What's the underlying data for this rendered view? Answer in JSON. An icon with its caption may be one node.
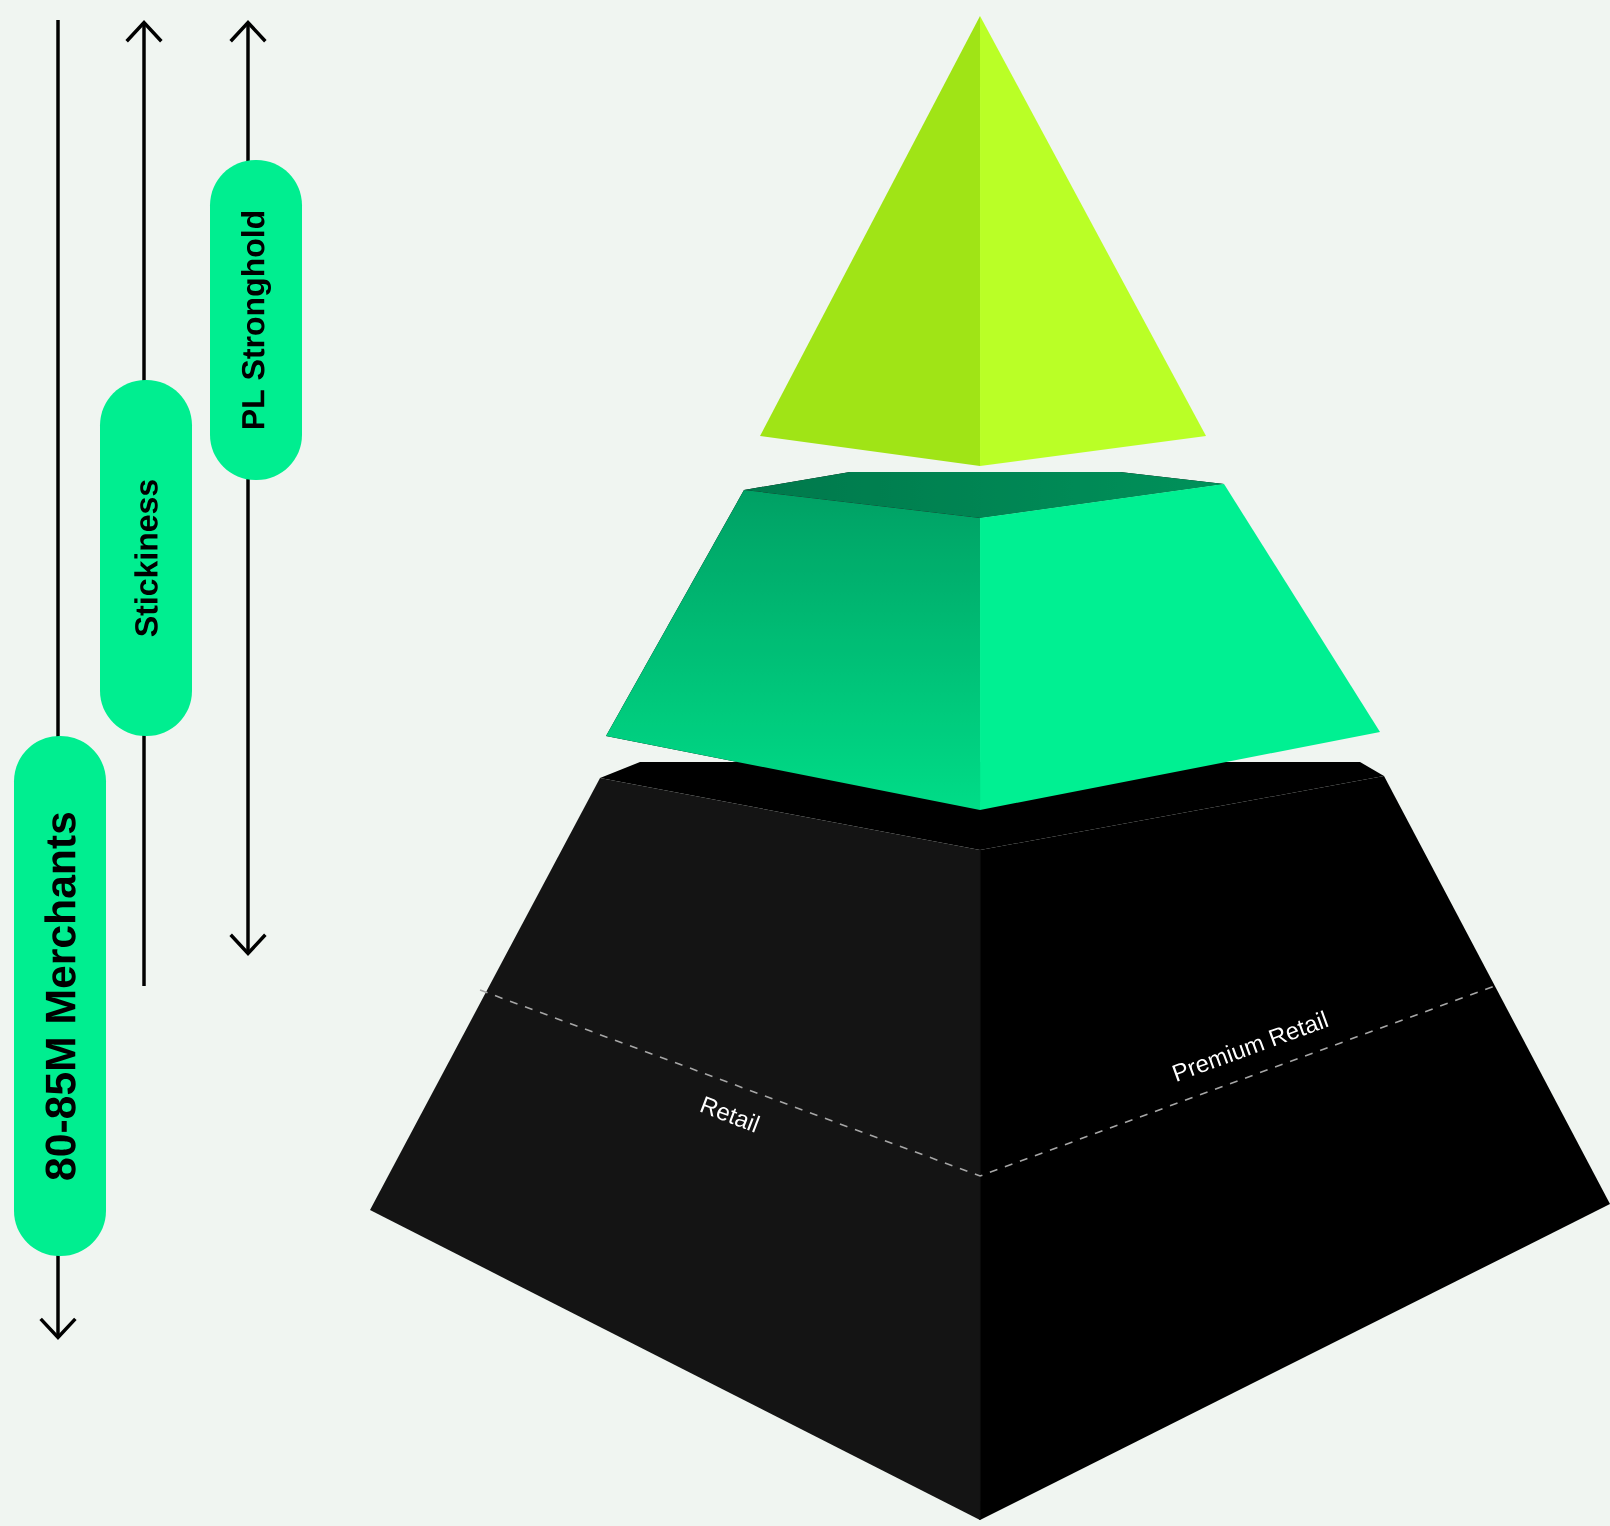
{
  "diagram": {
    "nodes": [
      {
        "text": [
          "80-85M Merchants"
        ]
      },
      {
        "text": [
          "Stickiness"
        ]
      },
      {
        "text": [
          "PL Stronghold"
        ]
      }
    ],
    "labels": [
      "Retail",
      "Premium Retail"
    ]
  }
}
